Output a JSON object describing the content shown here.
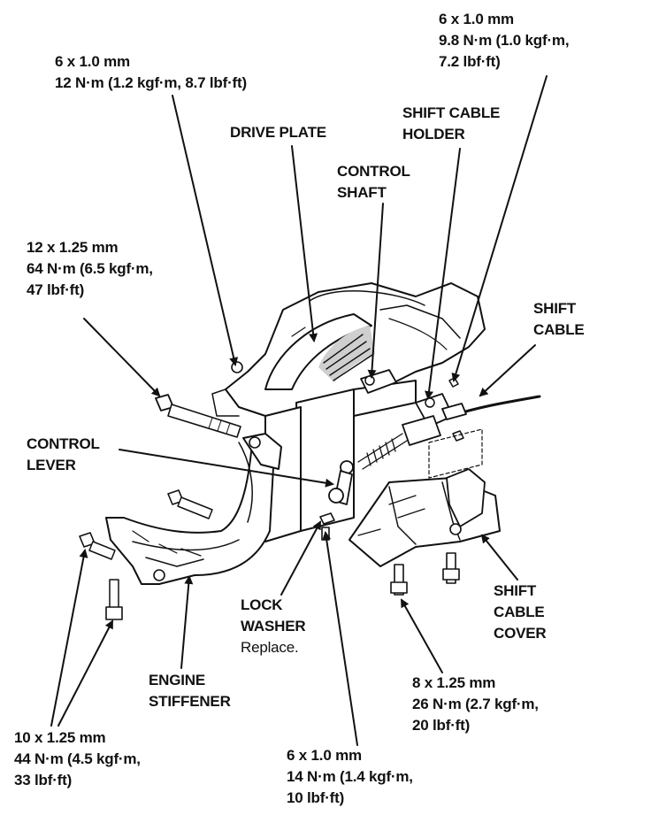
{
  "callouts": {
    "bolt_plate": [
      "6 x 1.0 mm",
      "12 N·m (1.2 kgf·m, 8.7 lbf·ft)"
    ],
    "drive_plate": [
      "DRIVE PLATE"
    ],
    "bolt_holder": [
      "6 x 1.0 mm",
      "9.8 N·m (1.0 kgf·m,",
      "7.2 lbf·ft)"
    ],
    "shift_cable_holder": [
      "SHIFT CABLE",
      "HOLDER"
    ],
    "control_shaft": [
      "CONTROL",
      "SHAFT"
    ],
    "bolt_lever": [
      "12 x 1.25 mm",
      "64 N·m (6.5 kgf·m,",
      "47 lbf·ft)"
    ],
    "shift_cable": [
      "SHIFT",
      "CABLE"
    ],
    "control_lever": [
      "CONTROL",
      "LEVER"
    ],
    "shift_cable_cover": [
      "SHIFT",
      "CABLE",
      "COVER"
    ],
    "lock_washer": [
      "LOCK",
      "WASHER"
    ],
    "lock_washer_note": "Replace.",
    "engine_stiffener": [
      "ENGINE",
      "STIFFENER"
    ],
    "bolt_cover": [
      "8 x 1.25 mm",
      "26 N·m (2.7 kgf·m,",
      "20 lbf·ft)"
    ],
    "bolt_stiffener": [
      "10 x 1.25 mm",
      "44 N·m (4.5 kgf·m,",
      "33 lbf·ft)"
    ],
    "bolt_washer": [
      "6 x 1.0 mm",
      "14 N·m (1.4 kgf·m,",
      "10 lbf·ft)"
    ]
  },
  "colors": {
    "ink": "#111111",
    "background": "#ffffff",
    "shade": "#cfcfcf"
  }
}
